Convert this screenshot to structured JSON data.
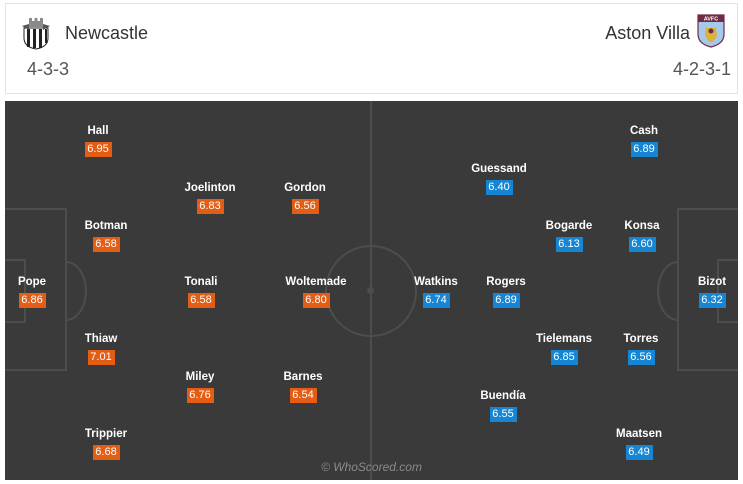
{
  "header": {
    "home": {
      "name": "Newcastle",
      "formation": "4-3-3",
      "crest_icon": "newcastle-crest-icon"
    },
    "away": {
      "name": "Aston Villa",
      "formation": "4-2-3-1",
      "crest_icon": "aston-villa-crest-icon",
      "crest_text": "AVFC"
    }
  },
  "colors": {
    "home_rating": "#e35d14",
    "away_rating": "#1686d4",
    "pitch": "#3a3a3a"
  },
  "home_players": [
    {
      "name": "Pope",
      "rating": "6.86"
    },
    {
      "name": "Hall",
      "rating": "6.95"
    },
    {
      "name": "Botman",
      "rating": "6.58"
    },
    {
      "name": "Thiaw",
      "rating": "7.01"
    },
    {
      "name": "Trippier",
      "rating": "6.68"
    },
    {
      "name": "Joelinton",
      "rating": "6.83"
    },
    {
      "name": "Tonali",
      "rating": "6.58"
    },
    {
      "name": "Miley",
      "rating": "6.76"
    },
    {
      "name": "Gordon",
      "rating": "6.56"
    },
    {
      "name": "Woltemade",
      "rating": "6.80"
    },
    {
      "name": "Barnes",
      "rating": "6.54"
    }
  ],
  "away_players": [
    {
      "name": "Bizot",
      "rating": "6.32"
    },
    {
      "name": "Cash",
      "rating": "6.89"
    },
    {
      "name": "Konsa",
      "rating": "6.60"
    },
    {
      "name": "Torres",
      "rating": "6.56"
    },
    {
      "name": "Maatsen",
      "rating": "6.49"
    },
    {
      "name": "Bogarde",
      "rating": "6.13"
    },
    {
      "name": "Tielemans",
      "rating": "6.85"
    },
    {
      "name": "Guessand",
      "rating": "6.40"
    },
    {
      "name": "Rogers",
      "rating": "6.89"
    },
    {
      "name": "Buendía",
      "rating": "6.55"
    },
    {
      "name": "Watkins",
      "rating": "6.74"
    }
  ],
  "watermark": "© WhoScored.com"
}
